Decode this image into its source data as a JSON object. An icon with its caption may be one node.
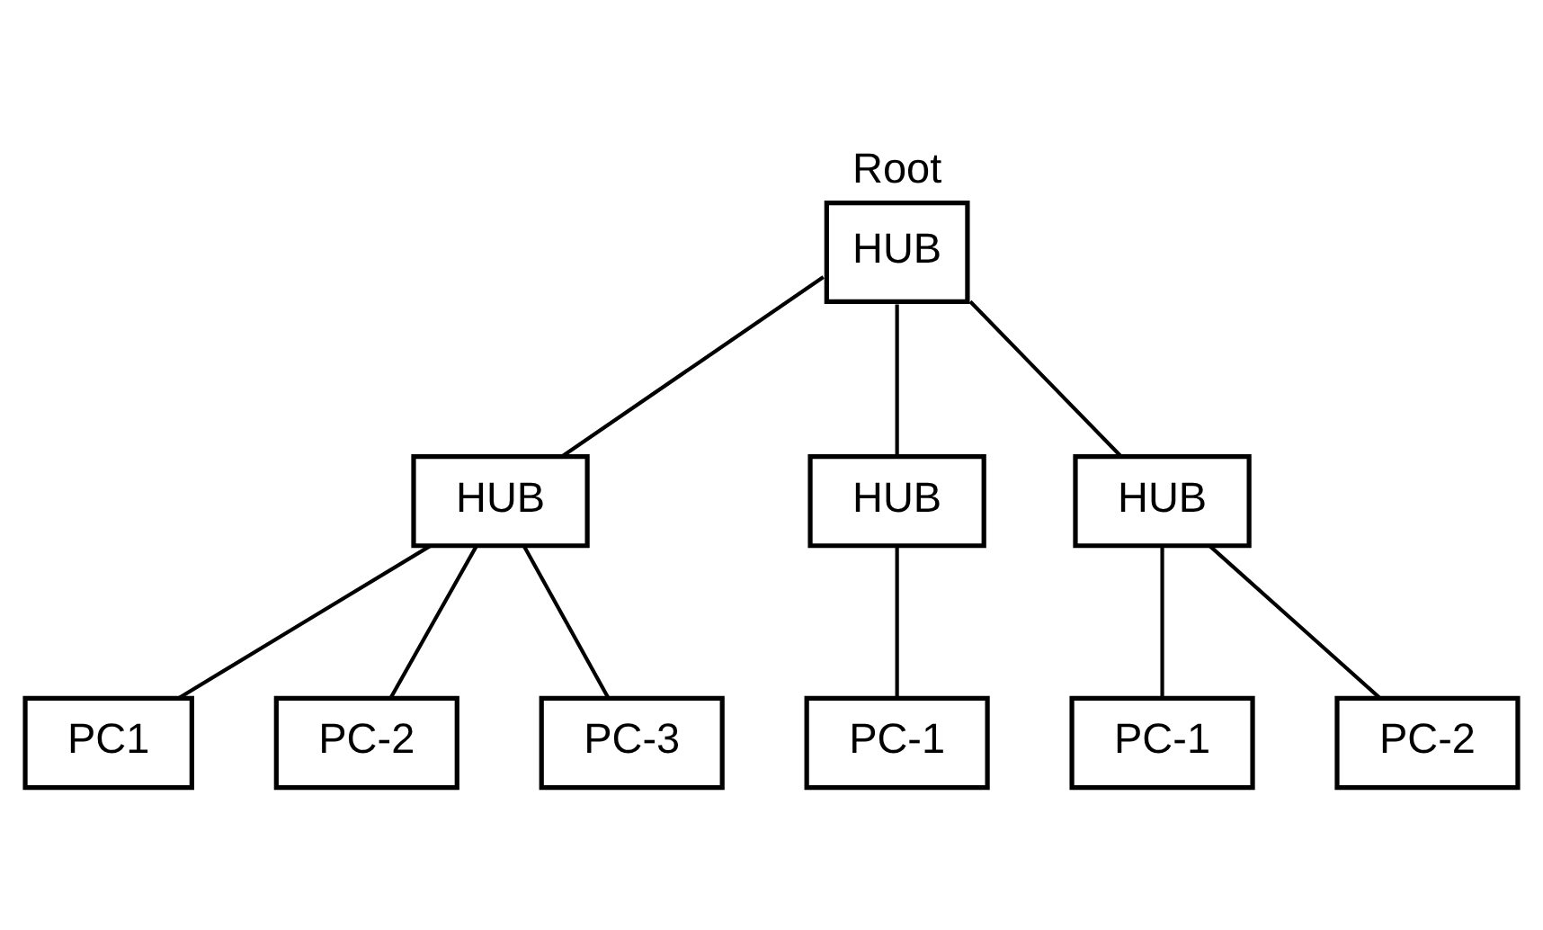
{
  "diagram": {
    "nodes": [
      {
        "text": [
          "Root",
          "HUB"
        ]
      },
      {
        "text": [
          "HUB"
        ]
      },
      {
        "text": [
          "HUB"
        ]
      },
      {
        "text": [
          "HUB"
        ]
      },
      {
        "text": [
          "PC1"
        ]
      },
      {
        "text": [
          "PC-2"
        ]
      },
      {
        "text": [
          "PC-3"
        ]
      },
      {
        "text": [
          "PC-1"
        ]
      },
      {
        "text": [
          "PC-1"
        ]
      },
      {
        "text": [
          "PC-2"
        ]
      }
    ],
    "edges": [
      {
        "from": 0,
        "to": 1,
        "arrow": "none"
      },
      {
        "from": 0,
        "to": 2,
        "arrow": "none"
      },
      {
        "from": 0,
        "to": 3,
        "arrow": "none"
      },
      {
        "from": 1,
        "to": 4,
        "arrow": "none"
      },
      {
        "from": 1,
        "to": 5,
        "arrow": "none"
      },
      {
        "from": 1,
        "to": 6,
        "arrow": "none"
      },
      {
        "from": 2,
        "to": 7,
        "arrow": "none"
      },
      {
        "from": 3,
        "to": 8,
        "arrow": "none"
      },
      {
        "from": 3,
        "to": 9,
        "arrow": "none"
      }
    ]
  }
}
